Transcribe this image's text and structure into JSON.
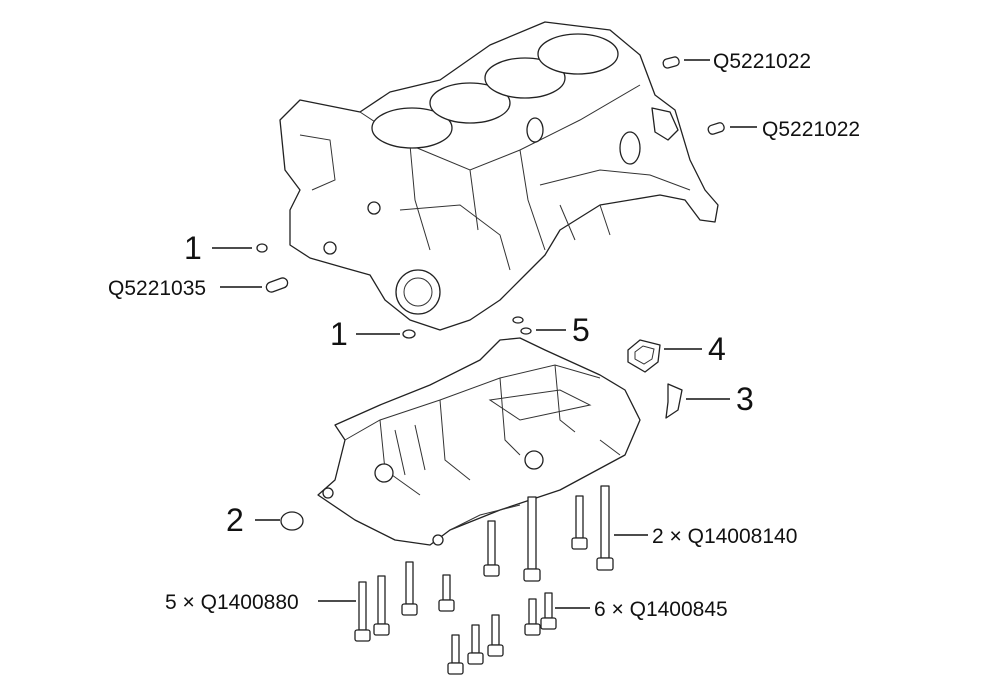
{
  "callouts": {
    "pin_top_1": "Q5221022",
    "pin_top_2": "Q5221022",
    "pin_left": "Q5221035",
    "bolts_a": "2 × Q14008140",
    "bolts_b": "5 × Q1400880",
    "bolts_c": "6 × Q1400845"
  },
  "numbers": {
    "n1_upper": "1",
    "n1_lower": "1",
    "n2": "2",
    "n3": "3",
    "n4": "4",
    "n5": "5"
  }
}
